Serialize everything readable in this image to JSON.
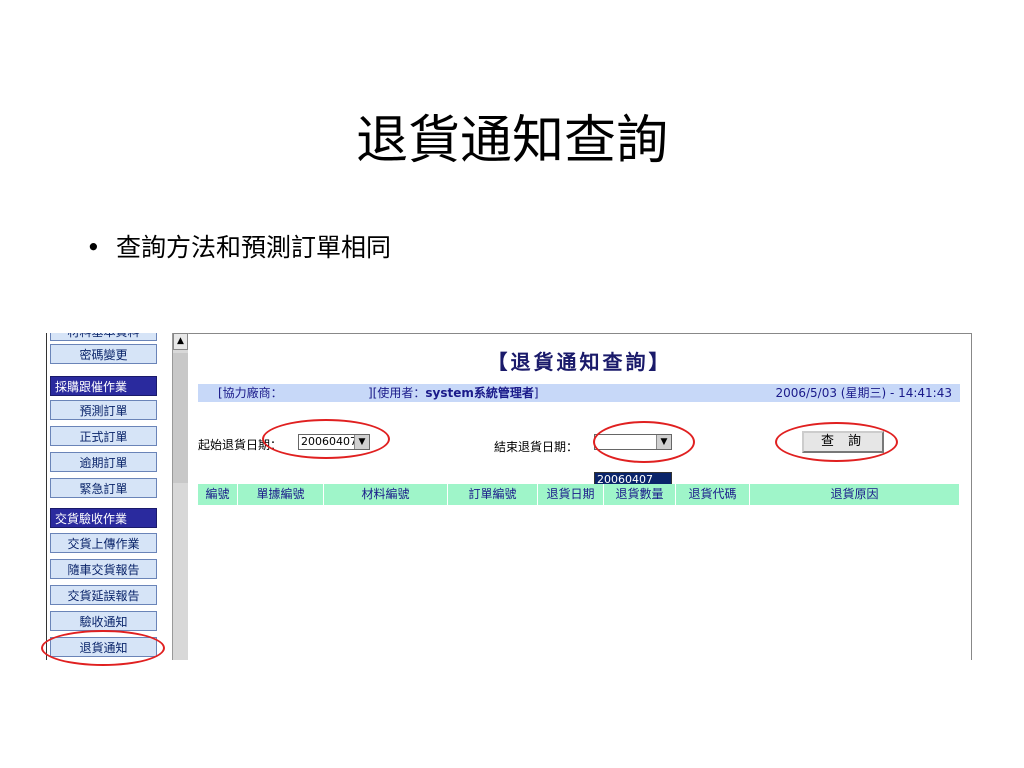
{
  "slide": {
    "title": "退貨通知查詢",
    "bullet": "查詢方法和預測訂單相同"
  },
  "sidebar": {
    "items": [
      {
        "label": "材料基本資料",
        "type": "cut"
      },
      {
        "label": "密碼變更",
        "type": "item"
      },
      {
        "label": "採購跟催作業",
        "type": "category"
      },
      {
        "label": "預測訂單",
        "type": "item"
      },
      {
        "label": "正式訂單",
        "type": "item"
      },
      {
        "label": "逾期訂單",
        "type": "item"
      },
      {
        "label": "緊急訂單",
        "type": "item"
      },
      {
        "label": "交貨驗收作業",
        "type": "category"
      },
      {
        "label": "交貨上傳作業",
        "type": "item"
      },
      {
        "label": "隨車交貨報告",
        "type": "item"
      },
      {
        "label": "交貨延誤報告",
        "type": "item"
      },
      {
        "label": "驗收通知",
        "type": "item"
      },
      {
        "label": "退貨通知",
        "type": "item"
      }
    ]
  },
  "page": {
    "header": "【退貨通知查詢】",
    "vendor_label": "[協力廠商：",
    "user_label": "][使用者：",
    "user_name": "system系統管理者",
    "user_close": "]",
    "datetime": "2006/5/03 (星期三) - 14:41:43"
  },
  "form": {
    "start_label": "起始退貨日期：",
    "start_value": "20060407",
    "end_label": "結束退貨日期：",
    "end_value": "",
    "end_dropdown_option": "20060407",
    "query_button": "查詢"
  },
  "table": {
    "columns": [
      "編號",
      "單據編號",
      "材料編號",
      "訂單編號",
      "退貨日期",
      "退貨數量",
      "退貨代碼",
      "退貨原因"
    ]
  },
  "colors": {
    "annotation": "#e02020",
    "header_row": "#9ff5c9",
    "info_bar": "#c7d8f8",
    "sidebar_category": "#2a2a9e"
  }
}
